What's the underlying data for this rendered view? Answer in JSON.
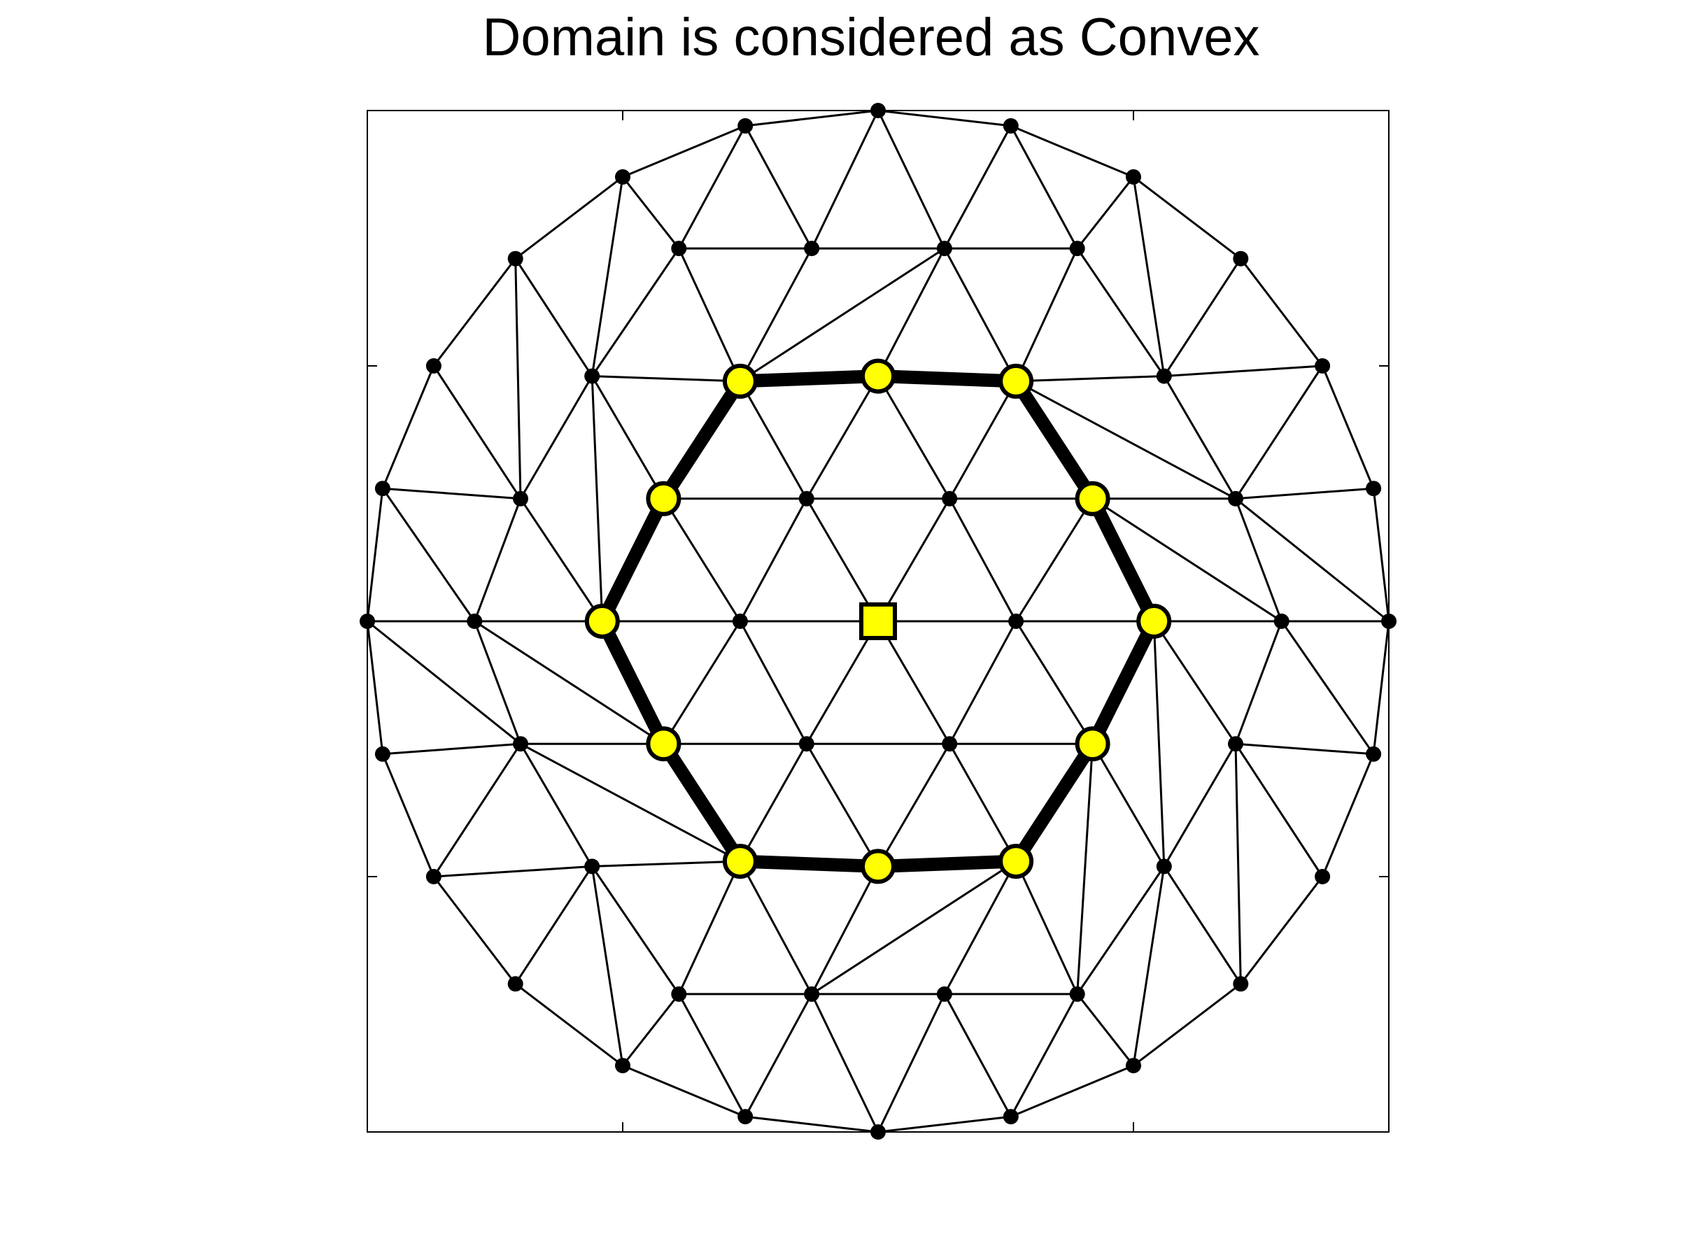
{
  "title": "Domain is considered as Convex",
  "colors": {
    "mesh_edge": "#000000",
    "node_fill": "#000000",
    "highlight_fill": "#ffff00",
    "highlight_stroke": "#000000",
    "frame": "#000000",
    "background": "#ffffff"
  },
  "diagram": {
    "type": "triangular-mesh",
    "domain_shape": "disk",
    "axes": {
      "xlim": [
        -1,
        1
      ],
      "ylim": [
        -1,
        1
      ],
      "ticks": [
        -0.5,
        0.5
      ],
      "tick_labels": "none"
    },
    "center_marker": {
      "shape": "square",
      "fill": "#ffff00",
      "position": [
        0,
        0
      ]
    },
    "highlighted_ring": {
      "marker": "circle",
      "fill": "#ffff00",
      "polygon_nodes": [
        [
          -0.27,
          0.47
        ],
        [
          0.0,
          0.48
        ],
        [
          0.27,
          0.47
        ],
        [
          0.42,
          0.24
        ],
        [
          0.54,
          0.0
        ],
        [
          0.42,
          -0.24
        ],
        [
          0.27,
          -0.47
        ],
        [
          0.0,
          -0.48
        ],
        [
          -0.27,
          -0.47
        ],
        [
          -0.42,
          -0.24
        ],
        [
          -0.54,
          0.0
        ],
        [
          -0.42,
          0.24
        ]
      ]
    },
    "ring1": [
      [
        -0.27,
        0.0
      ],
      [
        -0.14,
        0.24
      ],
      [
        0.14,
        0.24
      ],
      [
        0.27,
        0.0
      ],
      [
        0.14,
        -0.24
      ],
      [
        -0.14,
        -0.24
      ]
    ],
    "ring3": [
      [
        -0.56,
        0.48
      ],
      [
        -0.39,
        0.73
      ],
      [
        -0.13,
        0.73
      ],
      [
        0.13,
        0.73
      ],
      [
        0.39,
        0.73
      ],
      [
        0.56,
        0.48
      ],
      [
        0.7,
        0.24
      ],
      [
        0.79,
        0.0
      ],
      [
        0.7,
        -0.24
      ],
      [
        0.56,
        -0.48
      ],
      [
        0.39,
        -0.73
      ],
      [
        0.13,
        -0.73
      ],
      [
        -0.13,
        -0.73
      ],
      [
        -0.39,
        -0.73
      ],
      [
        -0.56,
        -0.48
      ],
      [
        -0.7,
        -0.24
      ],
      [
        -0.79,
        0.0
      ],
      [
        -0.7,
        0.24
      ]
    ],
    "ring4_boundary": [
      [
        0.0,
        1.0
      ],
      [
        0.26,
        0.97
      ],
      [
        0.5,
        0.87
      ],
      [
        0.71,
        0.71
      ],
      [
        0.87,
        0.5
      ],
      [
        0.97,
        0.26
      ],
      [
        1.0,
        0.0
      ],
      [
        0.97,
        -0.26
      ],
      [
        0.87,
        -0.5
      ],
      [
        0.71,
        -0.71
      ],
      [
        0.5,
        -0.87
      ],
      [
        0.26,
        -0.97
      ],
      [
        0.0,
        -1.0
      ],
      [
        -0.26,
        -0.97
      ],
      [
        -0.5,
        -0.87
      ],
      [
        -0.71,
        -0.71
      ],
      [
        -0.87,
        -0.5
      ],
      [
        -0.97,
        -0.26
      ],
      [
        -1.0,
        0.0
      ],
      [
        -0.97,
        0.26
      ],
      [
        -0.87,
        0.5
      ],
      [
        -0.71,
        0.71
      ],
      [
        -0.5,
        0.87
      ],
      [
        -0.26,
        0.97
      ]
    ],
    "links_ring1_to_ring2": [
      [
        0,
        [
          9,
          10,
          11
        ]
      ],
      [
        1,
        [
          11,
          0,
          1
        ]
      ],
      [
        2,
        [
          1,
          2,
          3
        ]
      ],
      [
        3,
        [
          3,
          4,
          5
        ]
      ],
      [
        4,
        [
          5,
          6,
          7
        ]
      ],
      [
        5,
        [
          7,
          8,
          9
        ]
      ]
    ],
    "links_ring2_to_ring3": [
      [
        0,
        [
          0,
          1,
          2,
          3
        ]
      ],
      [
        1,
        [
          3
        ]
      ],
      [
        2,
        [
          3,
          4,
          5,
          6
        ]
      ],
      [
        3,
        [
          6,
          7
        ]
      ],
      [
        4,
        [
          7,
          8,
          9
        ]
      ],
      [
        5,
        [
          9,
          10
        ]
      ],
      [
        6,
        [
          10,
          11,
          12
        ]
      ],
      [
        7,
        [
          12
        ]
      ],
      [
        8,
        [
          12,
          13,
          14,
          15
        ]
      ],
      [
        9,
        [
          15,
          16
        ]
      ],
      [
        10,
        [
          16,
          17,
          0
        ]
      ],
      [
        11,
        [
          0
        ]
      ]
    ],
    "links_ring3_to_boundary": [
      [
        0,
        [
          21,
          22
        ]
      ],
      [
        1,
        [
          22,
          23
        ]
      ],
      [
        2,
        [
          23,
          0
        ]
      ],
      [
        3,
        [
          0,
          1
        ]
      ],
      [
        4,
        [
          1,
          2
        ]
      ],
      [
        5,
        [
          2,
          3,
          4
        ]
      ],
      [
        6,
        [
          4,
          5,
          6
        ]
      ],
      [
        7,
        [
          6,
          7
        ]
      ],
      [
        8,
        [
          7,
          8,
          9
        ]
      ],
      [
        9,
        [
          9,
          10
        ]
      ],
      [
        10,
        [
          10,
          11
        ]
      ],
      [
        11,
        [
          11,
          12
        ]
      ],
      [
        12,
        [
          12,
          13
        ]
      ],
      [
        13,
        [
          13,
          14
        ]
      ],
      [
        14,
        [
          14,
          15,
          16
        ]
      ],
      [
        15,
        [
          16,
          17,
          18
        ]
      ],
      [
        16,
        [
          18,
          19
        ]
      ],
      [
        17,
        [
          19,
          20,
          21
        ]
      ]
    ]
  }
}
